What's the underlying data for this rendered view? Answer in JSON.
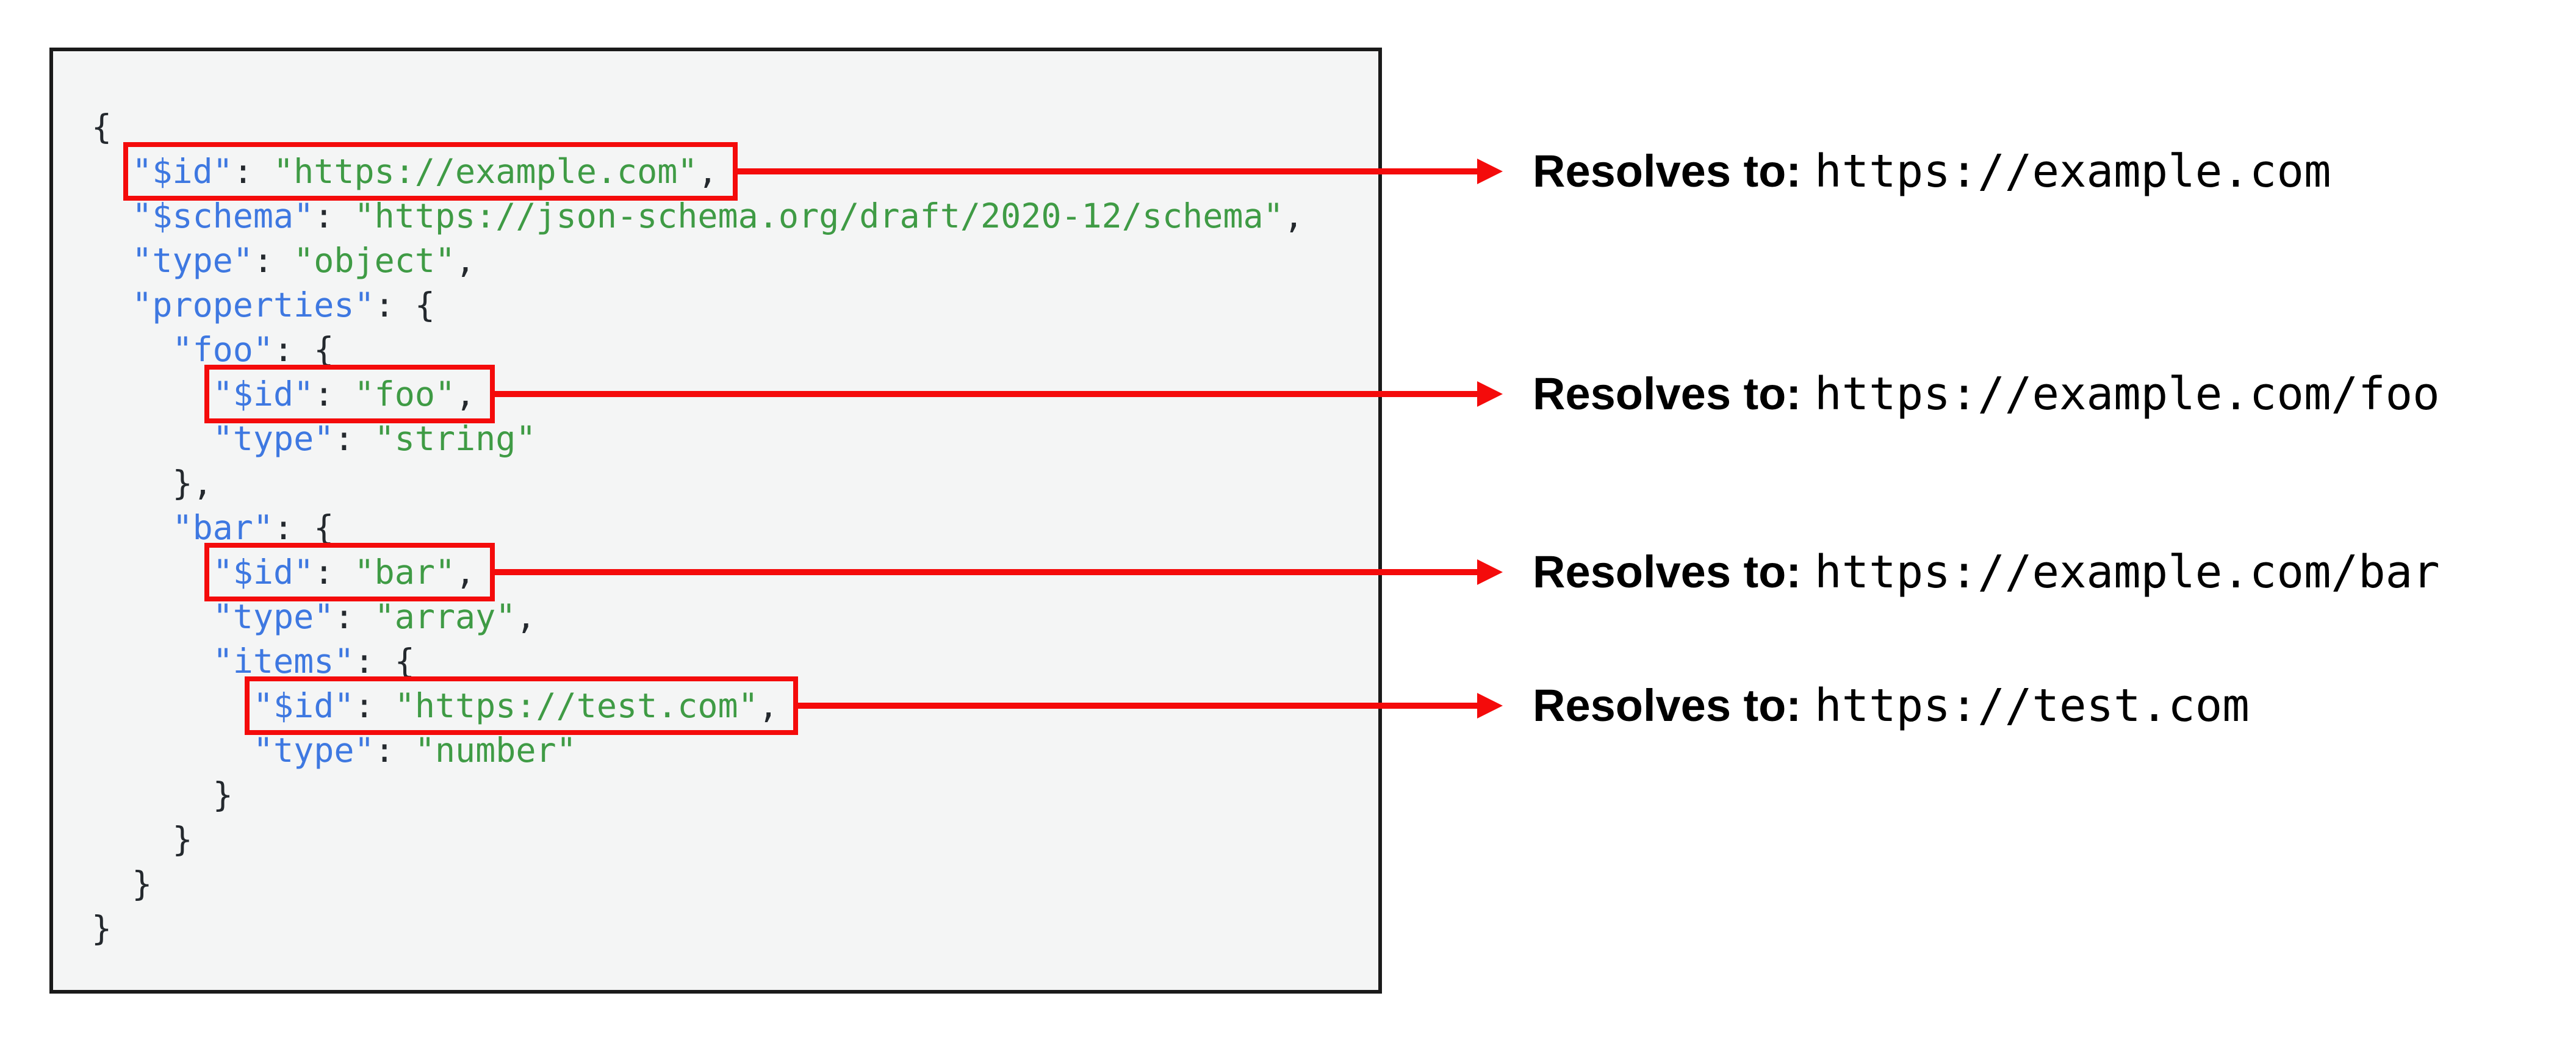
{
  "colors": {
    "page_background": "#ffffff",
    "panel_background": "#f4f5f5",
    "panel_border": "#1a1a1a",
    "json_key_blue": "#3e78e1",
    "json_string_green": "#3f9b45",
    "json_punctuation": "#24292e",
    "highlight_red": "#f40b0b",
    "annotation_text": "#000000"
  },
  "code": {
    "language": "json",
    "lines": [
      {
        "indent": "",
        "boxed": false,
        "tokens": [
          {
            "t": "p",
            "v": "{"
          }
        ]
      },
      {
        "indent": "  ",
        "boxed": true,
        "tokens": [
          {
            "t": "k",
            "v": "\"$id\""
          },
          {
            "t": "p",
            "v": ": "
          },
          {
            "t": "s",
            "v": "\"https://example.com\""
          },
          {
            "t": "p",
            "v": ","
          }
        ]
      },
      {
        "indent": "  ",
        "boxed": false,
        "tokens": [
          {
            "t": "k",
            "v": "\"$schema\""
          },
          {
            "t": "p",
            "v": ": "
          },
          {
            "t": "s",
            "v": "\"https://json-schema.org/draft/2020-12/schema\""
          },
          {
            "t": "p",
            "v": ","
          }
        ]
      },
      {
        "indent": "  ",
        "boxed": false,
        "tokens": [
          {
            "t": "k",
            "v": "\"type\""
          },
          {
            "t": "p",
            "v": ": "
          },
          {
            "t": "s",
            "v": "\"object\""
          },
          {
            "t": "p",
            "v": ","
          }
        ]
      },
      {
        "indent": "  ",
        "boxed": false,
        "tokens": [
          {
            "t": "k",
            "v": "\"properties\""
          },
          {
            "t": "p",
            "v": ": {"
          }
        ]
      },
      {
        "indent": "    ",
        "boxed": false,
        "tokens": [
          {
            "t": "k",
            "v": "\"foo\""
          },
          {
            "t": "p",
            "v": ": {"
          }
        ]
      },
      {
        "indent": "      ",
        "boxed": true,
        "tokens": [
          {
            "t": "k",
            "v": "\"$id\""
          },
          {
            "t": "p",
            "v": ": "
          },
          {
            "t": "s",
            "v": "\"foo\""
          },
          {
            "t": "p",
            "v": ","
          }
        ]
      },
      {
        "indent": "      ",
        "boxed": false,
        "tokens": [
          {
            "t": "k",
            "v": "\"type\""
          },
          {
            "t": "p",
            "v": ": "
          },
          {
            "t": "s",
            "v": "\"string\""
          }
        ]
      },
      {
        "indent": "    ",
        "boxed": false,
        "tokens": [
          {
            "t": "p",
            "v": "},"
          }
        ]
      },
      {
        "indent": "    ",
        "boxed": false,
        "tokens": [
          {
            "t": "k",
            "v": "\"bar\""
          },
          {
            "t": "p",
            "v": ": {"
          }
        ]
      },
      {
        "indent": "      ",
        "boxed": true,
        "tokens": [
          {
            "t": "k",
            "v": "\"$id\""
          },
          {
            "t": "p",
            "v": ": "
          },
          {
            "t": "s",
            "v": "\"bar\""
          },
          {
            "t": "p",
            "v": ","
          }
        ]
      },
      {
        "indent": "      ",
        "boxed": false,
        "tokens": [
          {
            "t": "k",
            "v": "\"type\""
          },
          {
            "t": "p",
            "v": ": "
          },
          {
            "t": "s",
            "v": "\"array\""
          },
          {
            "t": "p",
            "v": ","
          }
        ]
      },
      {
        "indent": "      ",
        "boxed": false,
        "tokens": [
          {
            "t": "k",
            "v": "\"items\""
          },
          {
            "t": "p",
            "v": ": {"
          }
        ]
      },
      {
        "indent": "        ",
        "boxed": true,
        "tokens": [
          {
            "t": "k",
            "v": "\"$id\""
          },
          {
            "t": "p",
            "v": ": "
          },
          {
            "t": "s",
            "v": "\"https://test.com\""
          },
          {
            "t": "p",
            "v": ","
          }
        ]
      },
      {
        "indent": "        ",
        "boxed": false,
        "tokens": [
          {
            "t": "k",
            "v": "\"type\""
          },
          {
            "t": "p",
            "v": ": "
          },
          {
            "t": "s",
            "v": "\"number\""
          }
        ]
      },
      {
        "indent": "      ",
        "boxed": false,
        "tokens": [
          {
            "t": "p",
            "v": "}"
          }
        ]
      },
      {
        "indent": "    ",
        "boxed": false,
        "tokens": [
          {
            "t": "p",
            "v": "}"
          }
        ]
      },
      {
        "indent": "  ",
        "boxed": false,
        "tokens": [
          {
            "t": "p",
            "v": "}"
          }
        ]
      },
      {
        "indent": "",
        "boxed": false,
        "tokens": [
          {
            "t": "p",
            "v": "}"
          }
        ]
      }
    ]
  },
  "annotations": [
    {
      "label": "Resolves to:",
      "url": "https://example.com"
    },
    {
      "label": "Resolves to:",
      "url": "https://example.com/foo"
    },
    {
      "label": "Resolves to:",
      "url": "https://example.com/bar"
    },
    {
      "label": "Resolves to:",
      "url": "https://test.com"
    }
  ]
}
